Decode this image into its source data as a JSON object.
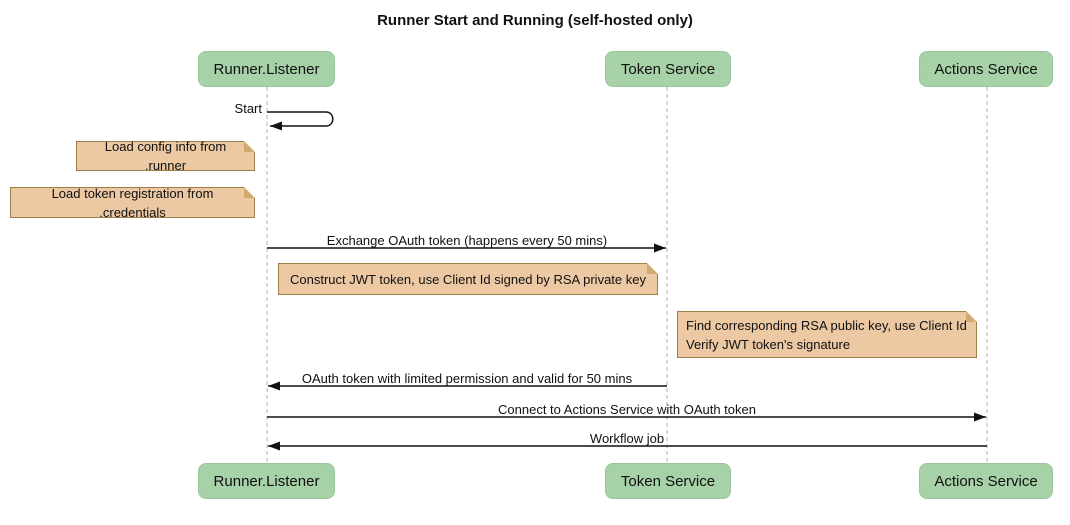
{
  "title": "Runner Start and Running (self-hosted only)",
  "participants": [
    {
      "id": "runner-listener",
      "label": "Runner.Listener"
    },
    {
      "id": "token-service",
      "label": "Token Service"
    },
    {
      "id": "actions-service",
      "label": "Actions Service"
    }
  ],
  "messages": [
    {
      "label": "Start",
      "from": "Runner.Listener",
      "to": "Runner.Listener",
      "kind": "self-loop"
    },
    {
      "label": "Exchange OAuth token (happens every 50 mins)",
      "from": "Runner.Listener",
      "to": "Token Service",
      "kind": "solid-arrow"
    },
    {
      "label": "OAuth token with limited permission and valid for 50 mins",
      "from": "Token Service",
      "to": "Runner.Listener",
      "kind": "solid-arrow"
    },
    {
      "label": "Connect to Actions Service with OAuth token",
      "from": "Runner.Listener",
      "to": "Actions Service",
      "kind": "solid-arrow"
    },
    {
      "label": "Workflow job",
      "from": "Actions Service",
      "to": "Runner.Listener",
      "kind": "solid-arrow"
    }
  ],
  "notes": [
    {
      "lines": [
        "Load config info from .runner"
      ]
    },
    {
      "lines": [
        "Load token registration from .credentials"
      ]
    },
    {
      "lines": [
        "Construct JWT token, use Client Id signed by RSA private key"
      ]
    },
    {
      "lines": [
        "Find corresponding RSA public key, use Client Id",
        "Verify JWT token's signature"
      ]
    }
  ],
  "colors": {
    "background": "#ffffff",
    "participant_fill": "#a7d1a7",
    "participant_border": "#9bc69b",
    "note_fill": "#ecc9a3",
    "note_border": "#9d7d48",
    "lifeline": "#b0b0b0",
    "arrow": "#111111",
    "text": "#111111"
  }
}
